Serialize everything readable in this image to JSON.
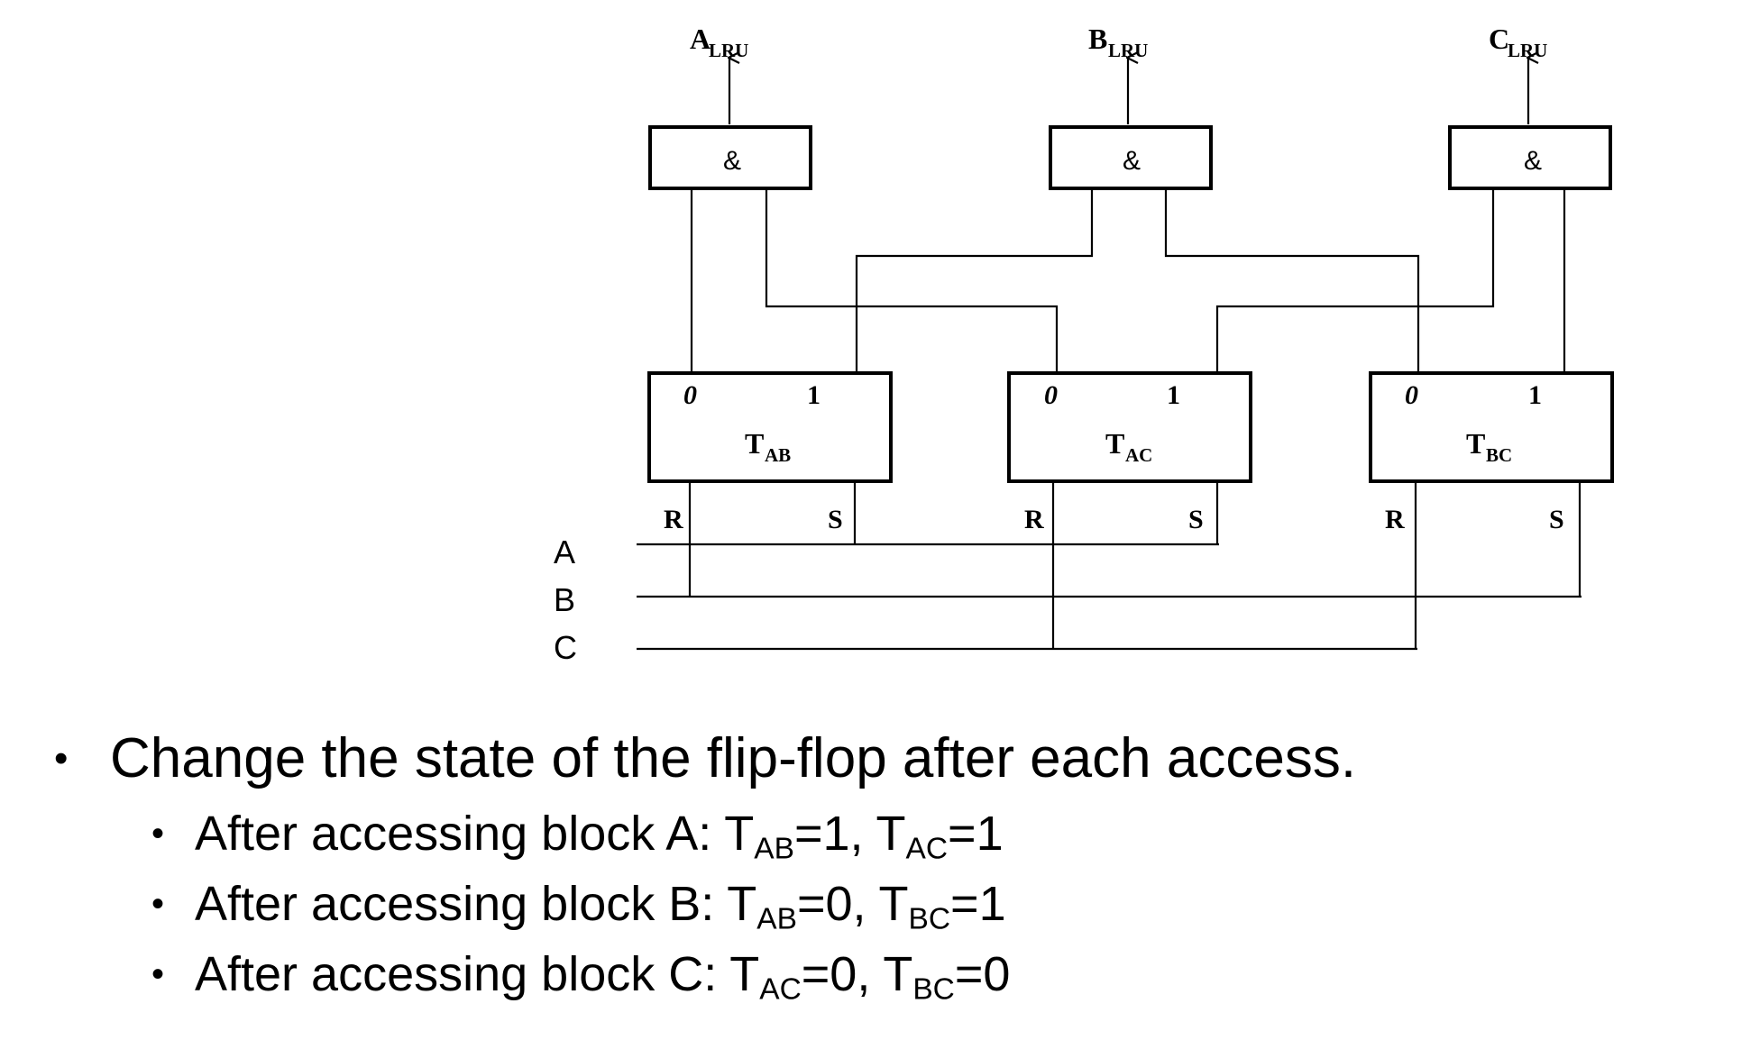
{
  "diagram": {
    "outputs": [
      {
        "main": "A",
        "sub": "LRU"
      },
      {
        "main": "B",
        "sub": "LRU"
      },
      {
        "main": "C",
        "sub": "LRU"
      }
    ],
    "and_gate_symbol": "&",
    "flipflops": [
      {
        "main": "T",
        "sub": "AB",
        "pin0": "0",
        "pin1": "1",
        "reset": "R",
        "set": "S"
      },
      {
        "main": "T",
        "sub": "AC",
        "pin0": "0",
        "pin1": "1",
        "reset": "R",
        "set": "S"
      },
      {
        "main": "T",
        "sub": "BC",
        "pin0": "0",
        "pin1": "1",
        "reset": "R",
        "set": "S"
      }
    ],
    "input_lines": [
      "A",
      "B",
      "C"
    ]
  },
  "bullets": {
    "main": "Change the state of the flip-flop after each access.",
    "items": [
      {
        "prefix": "After accessing block A: T",
        "s1": "AB",
        "mid": "=1, T",
        "s2": "AC",
        "end": "=1"
      },
      {
        "prefix": "After accessing block B: T",
        "s1": "AB",
        "mid": "=0, T",
        "s2": "BC",
        "end": "=1"
      },
      {
        "prefix": "After accessing block C: T",
        "s1": "AC",
        "mid": "=0, T",
        "s2": "BC",
        "end": "=0"
      }
    ]
  }
}
